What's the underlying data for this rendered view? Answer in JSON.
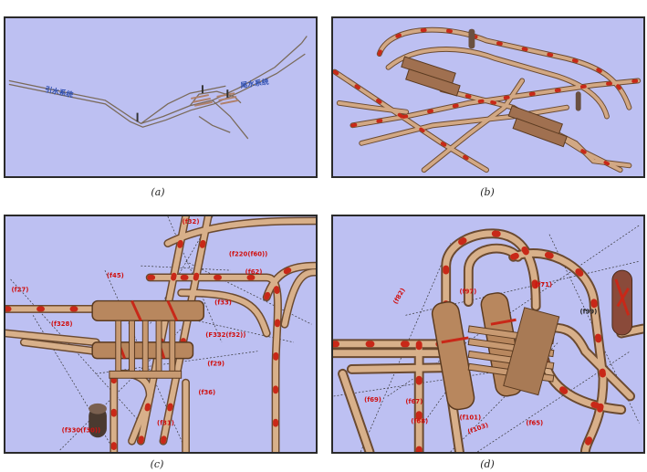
{
  "figure": {
    "panels": [
      {
        "id": "a",
        "caption": "(a)",
        "labels": [
          "引水系统",
          "尾水系统"
        ]
      },
      {
        "id": "b",
        "caption": "(b)",
        "labels": []
      },
      {
        "id": "c",
        "caption": "(c)",
        "labels": [
          "f27",
          "f328",
          "f45",
          "f32",
          "f220(f60)",
          "f62",
          "f33",
          "F332(f32)",
          "f29",
          "f36",
          "f31",
          "f330(f30)"
        ]
      },
      {
        "id": "d",
        "caption": "(d)",
        "labels": [
          "f82",
          "f97",
          "f71",
          "f99",
          "f69",
          "f67",
          "f68",
          "f101",
          "f103",
          "f65"
        ]
      }
    ]
  }
}
